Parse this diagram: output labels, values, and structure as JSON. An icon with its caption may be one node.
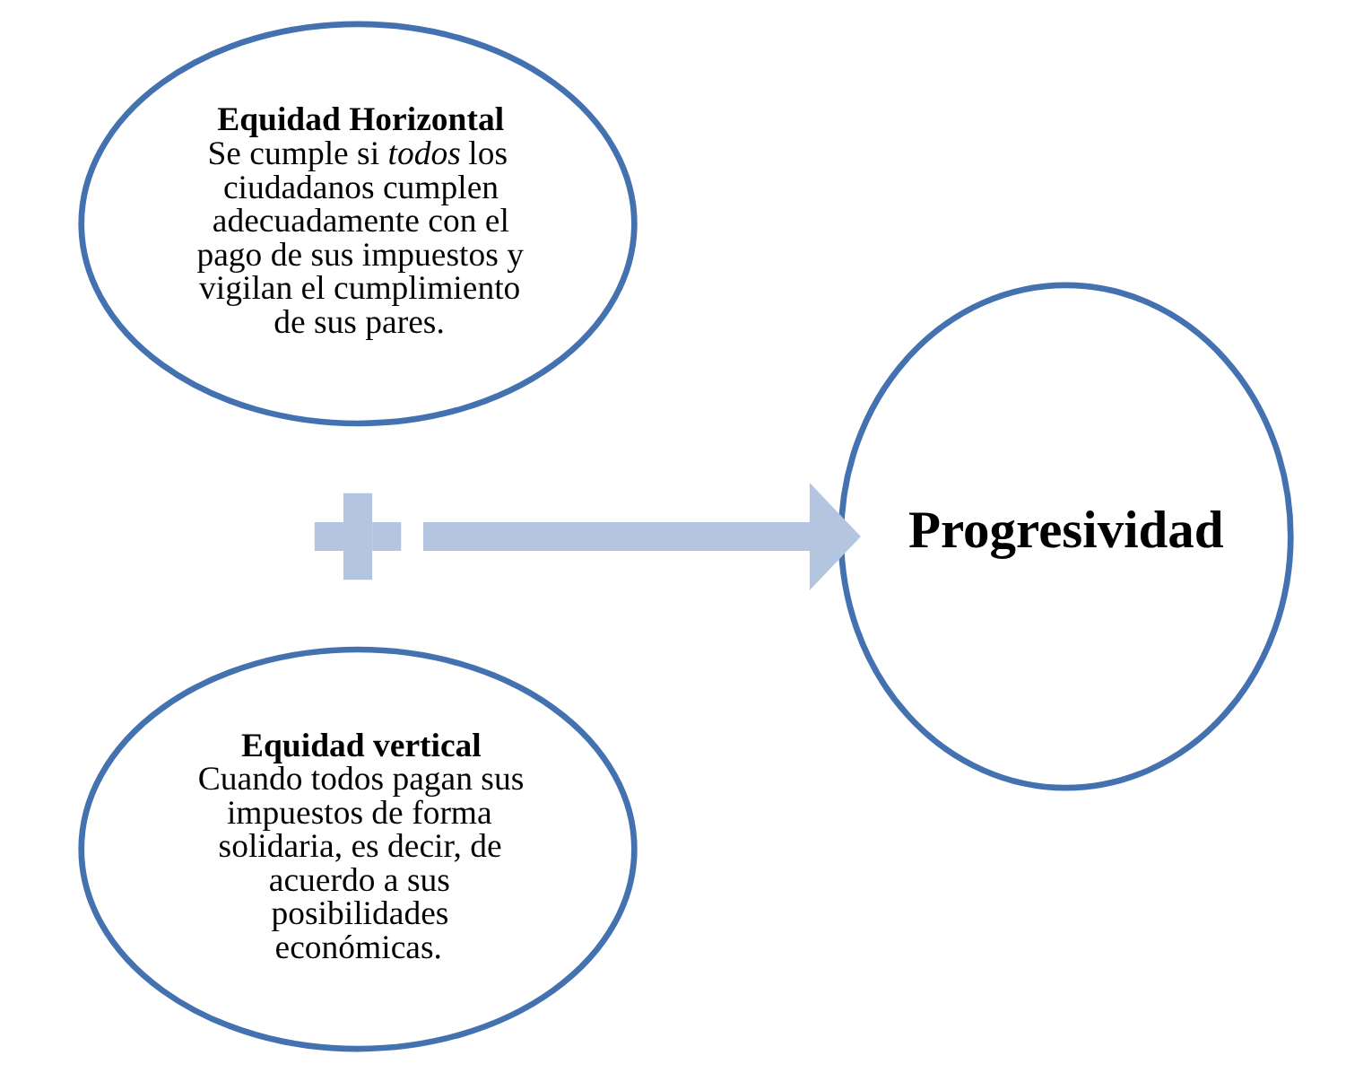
{
  "diagram": {
    "nodes": [
      {
        "text": [
          "Equidad Horizontal",
          "Se cumple si *todos* los ciudadanos cumplen adecuadamente con el pago de sus impuestos y vigilan el cumplimiento de sus pares."
        ]
      },
      {
        "text": [],
        "shape": "plus"
      },
      {
        "text": [
          "Equidad vertical",
          "Cuando todos pagan sus impuestos de forma solidaria, es decir, de acuerdo a sus posibilidades económicas."
        ]
      },
      {
        "text": [
          "Progresividad"
        ]
      }
    ],
    "edges": [
      {
        "from": 1,
        "to": 3,
        "arrow": "to",
        "color": "#b4c5e0"
      }
    ]
  }
}
